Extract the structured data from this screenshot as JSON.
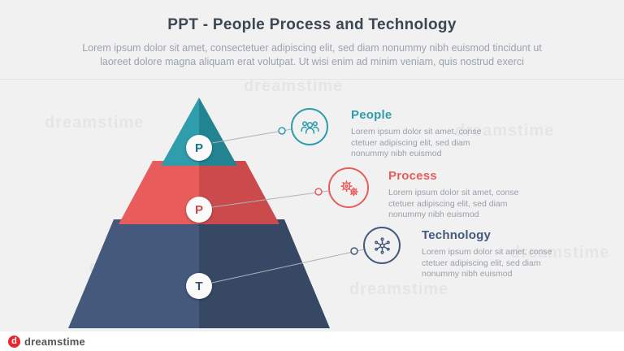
{
  "header": {
    "title": "PPT - People Process and Technology",
    "subtitle_line1": "Lorem ipsum dolor sit amet, consectetuer adipiscing elit, sed diam nonummy nibh euismod tincidunt ut",
    "subtitle_line2": "laoreet dolore magna aliquam erat volutpat. Ut wisi enim ad minim veniam, quis nostrud exerci"
  },
  "pyramid": {
    "levels": [
      {
        "letter": "P",
        "label": "People",
        "color": "#2f9dab",
        "shade": "#228391"
      },
      {
        "letter": "P",
        "label": "Process",
        "color": "#e85c5c",
        "shade": "#cb4a4c"
      },
      {
        "letter": "T",
        "label": "Technology",
        "color": "#44597c",
        "shade": "#364863"
      }
    ]
  },
  "items": [
    {
      "title": "People",
      "color": "#2f9dab",
      "icon": "people-group-icon",
      "desc_lines": [
        "Lorem ipsum dolor sit amet, conse",
        "ctetuer adipiscing elit, sed diam",
        "nonummy nibh euismod"
      ]
    },
    {
      "title": "Process",
      "color": "#e85c5c",
      "icon": "gears-icon",
      "desc_lines": [
        "Lorem ipsum dolor sit amet, conse",
        "ctetuer adipiscing elit, sed diam",
        "nonummy nibh euismod"
      ]
    },
    {
      "title": "Technology",
      "color": "#44597c",
      "icon": "network-circuit-icon",
      "desc_lines": [
        "Lorem ipsum dolor sit amet, conse",
        "ctetuer adipiscing elit, sed diam",
        "nonummy nibh euismod"
      ]
    }
  ],
  "watermark": {
    "tile_text": "dreamstime",
    "brand_text": "dreamstime",
    "logo_letter": "d"
  },
  "colors": {
    "background": "#f1f1f2",
    "title_text": "#3d4653",
    "body_text": "#99a1ab",
    "teal": "#2f9dab",
    "red": "#e85c5c",
    "navy": "#44597c",
    "logo_red": "#e8262d"
  }
}
